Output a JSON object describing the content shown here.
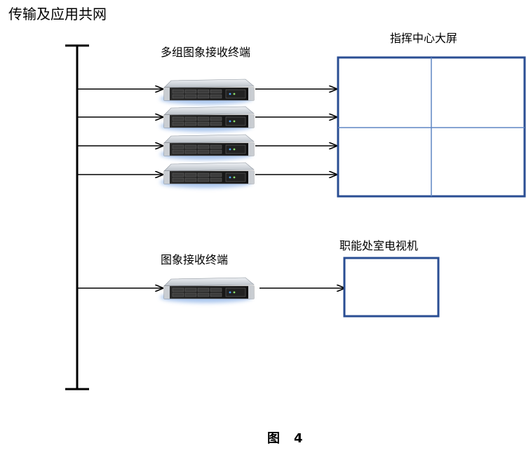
{
  "title": "传输及应用共网",
  "multi_receiver_label": "多组图象接收终端",
  "big_screen_label": "指挥中心大屏",
  "single_receiver_label": "图象接收终端",
  "tv_label": "职能处室电视机",
  "caption": "图　4",
  "colors": {
    "line": "#000000",
    "screen_border": "#2a4e93",
    "screen_grid": "#5f86c4",
    "tv_border": "#2a4e93",
    "server_body": "#d4d8dd",
    "server_face": "#1a1a1a",
    "server_glow": "#8fb4e8"
  },
  "icons": [
    "rack-server-icon"
  ]
}
